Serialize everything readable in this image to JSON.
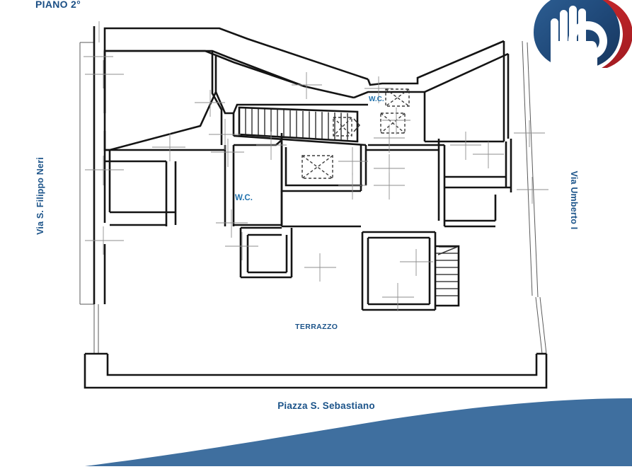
{
  "document": {
    "title": "PIANO 2°",
    "type": "floor-plan"
  },
  "streets": {
    "left": "Via S. Filippo Neri",
    "right": "Via Umberto I",
    "bottom": "Piazza S. Sebastiano"
  },
  "plan_labels": {
    "wc_main": "W.C.",
    "wc_upper_right": "W.C.",
    "terrazzo": "TERRAZZO"
  },
  "colors": {
    "title_blue": "#1b4f85",
    "label_blue": "#1b5389",
    "room_label_blue": "#2272ad",
    "logo_navy": "#1c3f72",
    "logo_blue": "#2b5d96",
    "logo_red": "#c0252b",
    "swoosh_blue": "#3f6f9f",
    "wall_black": "#1a1a1a"
  },
  "logo": {
    "name": "ok-hand-logo",
    "description": "blue circle with white OK-hand and red arc"
  },
  "icons": {
    "logo": "hand-ok-icon",
    "swoosh": "curve-decoration"
  }
}
